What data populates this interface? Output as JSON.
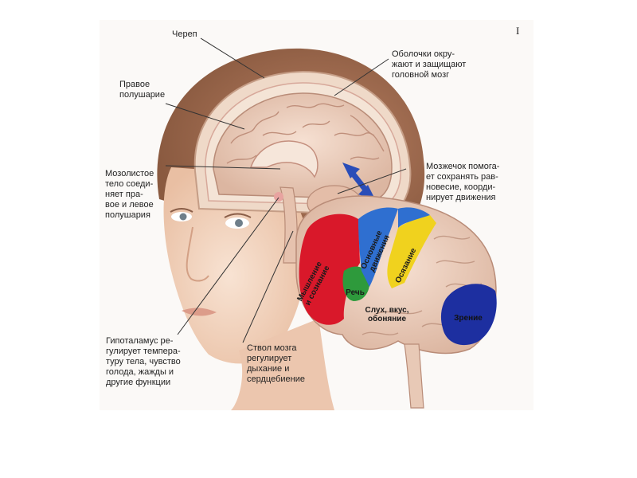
{
  "labels": {
    "skull": "Череп",
    "meninges": "Оболочки окру-\nжают и защищают\nголовной мозг",
    "right_hemisphere": "Правое\nполушарие",
    "corpus_callosum": "Мозолистое\nтело соеди-\nняет пра-\nвое и левое\nполушария",
    "cerebellum": "Мозжечок помога-\nет сохранять рав-\nновесие, коорди-\nнирует движения",
    "hypothalamus": "Гипоталамус ре-\nгулирует темпера-\nтуру тела, чувство\nголода, жажды и\nдругие функции",
    "brainstem": "Ствол мозга\nрегулирует\nдыхание и\nсердцебиение",
    "page_marker": "I"
  },
  "regions": {
    "thinking": "Мышление\nи сознание",
    "speech": "Речь",
    "movement": "Основные\nдвижения",
    "touch": "Осязание",
    "hearing": "Слух, вкус,\nобоняние",
    "vision": "Зрение"
  },
  "colors": {
    "thinking": "#d9182a",
    "speech": "#2e9a3c",
    "movement": "#2f6fd0",
    "touch": "#f0d21e",
    "vision": "#1d2fa0",
    "arrow": "#2a4db8",
    "skin": "#f2d3bd",
    "hair": "#a06a4a",
    "brain": "#eccdbb"
  }
}
